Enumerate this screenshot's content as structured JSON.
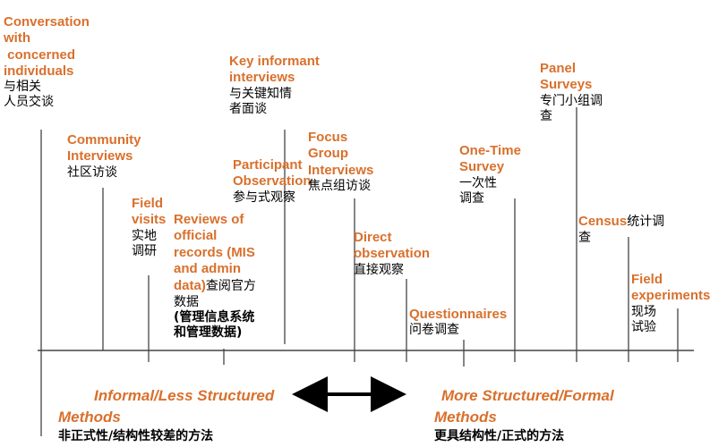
{
  "colors": {
    "accent": "#d9702c",
    "text": "#000000",
    "line": "#444444"
  },
  "methods": [
    {
      "id": "conversation",
      "en": [
        "Conversation",
        "with",
        " concerned",
        "individuals"
      ],
      "zh": [
        "与相关",
        "人员交谈"
      ]
    },
    {
      "id": "community",
      "en": [
        "Community",
        "Interviews"
      ],
      "zh": [
        "社区访谈"
      ]
    },
    {
      "id": "field-visits",
      "en": [
        "Field",
        "visits"
      ],
      "zh": [
        "实地",
        "调研"
      ]
    },
    {
      "id": "reviews",
      "en": [
        "Reviews of",
        "official",
        "records (MIS",
        "and admin",
        "data)"
      ],
      "zh": [
        "查阅官方",
        "数据",
        "(管理信息系统",
        "和管理数据)"
      ]
    },
    {
      "id": "key-informant",
      "en": [
        "Key informant",
        "interviews"
      ],
      "zh": [
        "与关键知情",
        "者面谈"
      ]
    },
    {
      "id": "participant",
      "en": [
        "Participant",
        "Observation"
      ],
      "zh": [
        "参与式观察"
      ]
    },
    {
      "id": "focus-group",
      "en": [
        "Focus",
        "Group",
        "Interviews"
      ],
      "zh": [
        "焦点组访谈"
      ]
    },
    {
      "id": "direct-obs",
      "en": [
        "Direct",
        "observation"
      ],
      "zh": [
        "直接观察"
      ]
    },
    {
      "id": "questionnaires",
      "en": [
        "Questionnaires"
      ],
      "zh": [
        "问卷调查"
      ]
    },
    {
      "id": "one-time",
      "en": [
        "One-Time",
        "Survey"
      ],
      "zh": [
        "一次性",
        "调查"
      ]
    },
    {
      "id": "panel",
      "en": [
        "Panel",
        "Surveys"
      ],
      "zh": [
        "专门小组调",
        "查"
      ]
    },
    {
      "id": "census",
      "en": [
        "Census"
      ],
      "zh": [
        "统计调",
        "查"
      ]
    },
    {
      "id": "field-exp",
      "en": [
        "Field",
        "experiments"
      ],
      "zh": [
        "现场",
        "试验"
      ]
    }
  ],
  "axis": {
    "left_en": [
      "Informal/Less Structured",
      "Methods"
    ],
    "left_zh": "非正式性/结构性较差的方法",
    "right_en": [
      "More Structured/Formal",
      "Methods"
    ],
    "right_zh": "更具结构性/正式的方法"
  }
}
